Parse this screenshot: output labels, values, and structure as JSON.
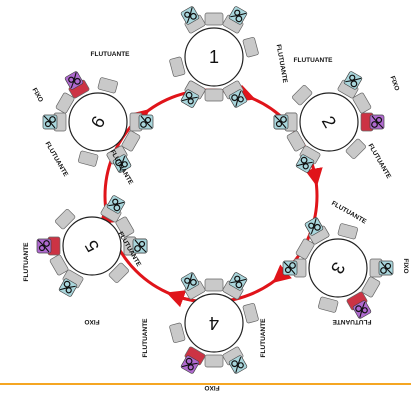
{
  "tables": [
    {
      "number": "1",
      "labels": [
        {
          "text": "FLUTUANTE"
        },
        {
          "text": "FLUTUANTE"
        }
      ]
    },
    {
      "number": "2",
      "labels": [
        {
          "text": "FLUTUANTE"
        },
        {
          "text": "FLUTUANTE"
        },
        {
          "text": "FIXO"
        }
      ]
    },
    {
      "number": "3",
      "labels": [
        {
          "text": "FLUTUANTE"
        },
        {
          "text": "FLUTUANTE"
        },
        {
          "text": "FIXO"
        }
      ]
    },
    {
      "number": "4",
      "labels": [
        {
          "text": "FLUTUANTE"
        },
        {
          "text": "FLUTUANTE"
        },
        {
          "text": "FIXO"
        }
      ]
    },
    {
      "number": "5",
      "labels": [
        {
          "text": "FLUTUANTE"
        },
        {
          "text": "FLUTUANTE"
        },
        {
          "text": "FIXO"
        }
      ]
    },
    {
      "number": "6",
      "labels": [
        {
          "text": "FLUTUANTE"
        },
        {
          "text": "FLUTUANTE"
        },
        {
          "text": "FIXO"
        }
      ]
    }
  ],
  "colors": {
    "flow_arrow": "#e0141a",
    "table_fill": "#ffffff",
    "table_stroke": "#222222",
    "chair_floating": "#c9c9c9",
    "chair_fixed": "#cc3344",
    "person_floating": "#a9d6dc",
    "person_fixed": "#b06ad0",
    "rule": "#f5a623"
  },
  "icons": {
    "person": "person-silhouette-icon",
    "chair": "chair-icon",
    "flow": "clockwise-rotation-arrow"
  }
}
